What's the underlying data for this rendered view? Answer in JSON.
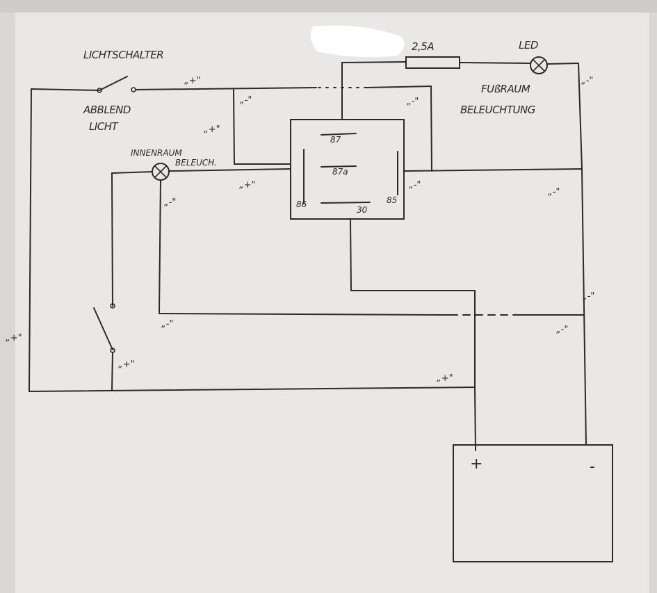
{
  "labels": {
    "lichtschalter": "LICHTSCHALTER",
    "abblend_1": "ABBLEND",
    "abblend_2": "LICHT",
    "innenraum_1": "INNENRAUM",
    "innenraum_2": "BELEUCH.",
    "fuse": "2,5A",
    "led": "LED",
    "fussraum_1": "FUßRAUM",
    "fussraum_2": "BELEUCHTUNG"
  },
  "relay": {
    "pin_87": "87",
    "pin_87a": "87a",
    "pin_86": "86",
    "pin_30": "30",
    "pin_85": "85"
  },
  "battery": {
    "plus": "+",
    "minus": "-"
  },
  "polarity_marks": {
    "plus": "„+\"",
    "minus": "„-\""
  }
}
